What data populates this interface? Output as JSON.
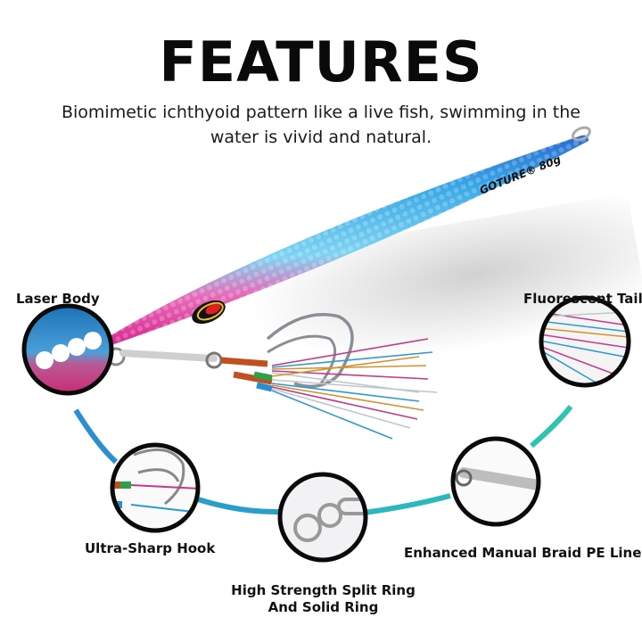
{
  "header": {
    "title": "FEATURES",
    "subtitle_line1": "Biomimetic ichthyoid pattern like a live fish, swimming in the",
    "subtitle_line2": "water is vivid and natural."
  },
  "product": {
    "brand_marking": "GOTURE® 80g",
    "body_colors": {
      "top": "#1f4fd6",
      "mid": "#3fb8e8",
      "belly": "#e8359a"
    }
  },
  "features": [
    {
      "id": "laser-body",
      "label": "Laser Body"
    },
    {
      "id": "fluorescent-tail",
      "label": "Fluorescent Tail"
    },
    {
      "id": "ultra-sharp-hook",
      "label": "Ultra-Sharp Hook"
    },
    {
      "id": "split-ring",
      "label_line1": "High Strength Split Ring",
      "label_line2": "And Solid Ring"
    },
    {
      "id": "braid-pe-line",
      "label": "Enhanced Manual Braid PE Line"
    }
  ],
  "colors": {
    "arc_blue": "#2a8fd0",
    "arc_teal": "#2ec4b0",
    "circle_border": "#0a0a0a"
  }
}
